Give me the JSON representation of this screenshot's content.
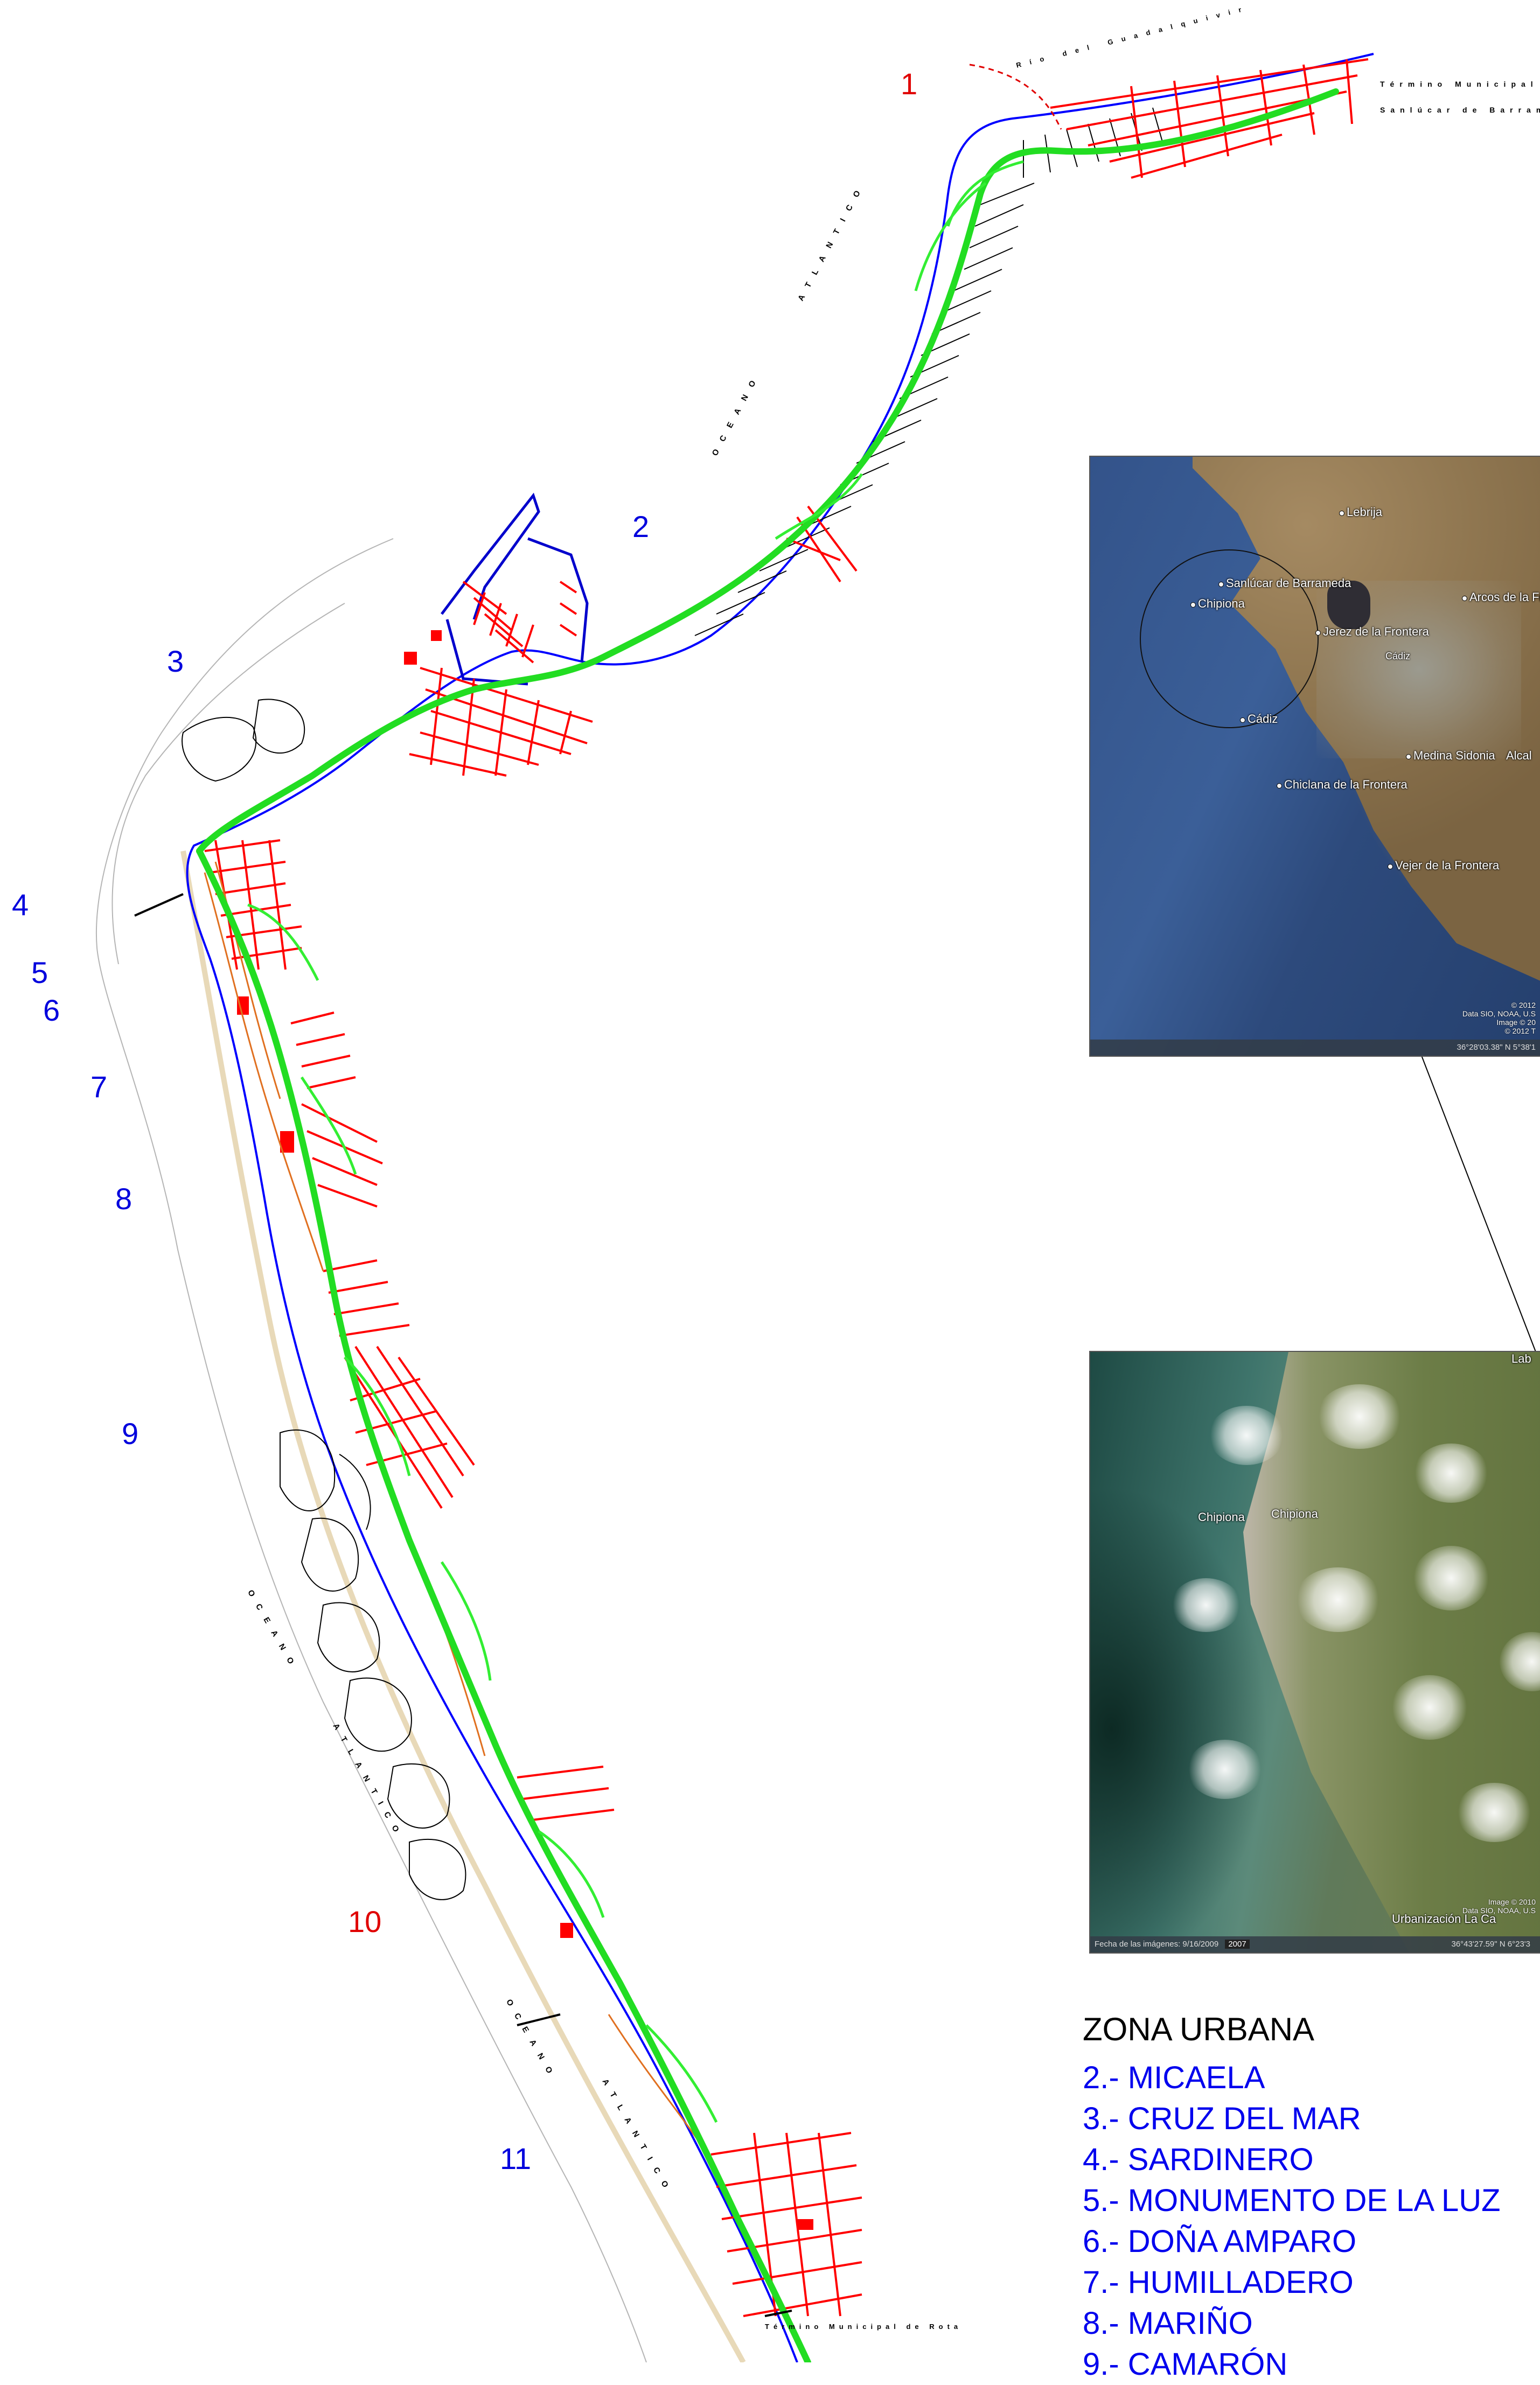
{
  "map": {
    "zone_labels": [
      {
        "num": "1",
        "color": "#e00000"
      },
      {
        "num": "2",
        "color": "#0000dd"
      },
      {
        "num": "3",
        "color": "#0000dd"
      },
      {
        "num": "4",
        "color": "#0000dd"
      },
      {
        "num": "5",
        "color": "#0000dd"
      },
      {
        "num": "6",
        "color": "#0000dd"
      },
      {
        "num": "7",
        "color": "#0000dd"
      },
      {
        "num": "8",
        "color": "#0000dd"
      },
      {
        "num": "9",
        "color": "#0000dd"
      },
      {
        "num": "10",
        "color": "#e00000"
      },
      {
        "num": "11",
        "color": "#0000dd"
      }
    ],
    "sea_words": {
      "oceano_1": "OCEANO",
      "atlantico_1": "ATLANTICO",
      "oceano_2": "OCEANO",
      "atlantico_2": "ATLANTICO",
      "oceano_3": "OCEANO",
      "atlantico_3": "ATLANTICO",
      "rio": "Río del Guadalquivir"
    },
    "boundary_top_1": "Término Municipal de",
    "boundary_top_2": "Sanlúcar de Barrameda",
    "boundary_bottom": "Término Municipal de Rota",
    "colors": {
      "urban": "#ff0000",
      "network": "#00dd00",
      "coast": "#0000ff",
      "parcel": "#000000"
    }
  },
  "inset_regional": {
    "towns": {
      "lebrija": "Lebrija",
      "sanlucar": "Sanlúcar de Barrameda",
      "chipiona": "Chipiona",
      "arcos": "Arcos de la Fr",
      "jerez": "Jerez de la Frontera",
      "cadiz_prov": "Cádiz",
      "cadiz": "Cádiz",
      "medina": "Medina Sidonia",
      "alcala": "Alcal",
      "chiclana": "Chiclana de la Frontera",
      "vejer": "Vejer de la Frontera"
    },
    "credit_1": "© 2012",
    "credit_2": "Data SIO, NOAA, U.S",
    "credit_3": "Image © 20",
    "credit_4": "© 2012 T",
    "coords": "36°28'03.38\" N   5°38'1"
  },
  "inset_local": {
    "towns": {
      "chipiona_1": "Chipiona",
      "chipiona_2": "Chipiona",
      "top_right": "Lab",
      "urbanizacion": "Urbanización La Ca"
    },
    "date_label": "Fecha de las imágenes: 9/16/2009",
    "year_badge": "2007",
    "credit_1": "Image © 2010",
    "credit_2": "Data SIO, NOAA, U.S",
    "coords": "36°43'27.59\" N   6°23'3"
  },
  "legend": {
    "title": "ZONA URBANA",
    "items": [
      "2.- MICAELA",
      "3.- CRUZ DEL MAR",
      "4.- SARDINERO",
      "5.- MONUMENTO DE LA LUZ",
      "6.- DOÑA AMPARO",
      "7.- HUMILLADERO",
      "8.- MARIÑO",
      "9.- CAMARÓN"
    ]
  }
}
